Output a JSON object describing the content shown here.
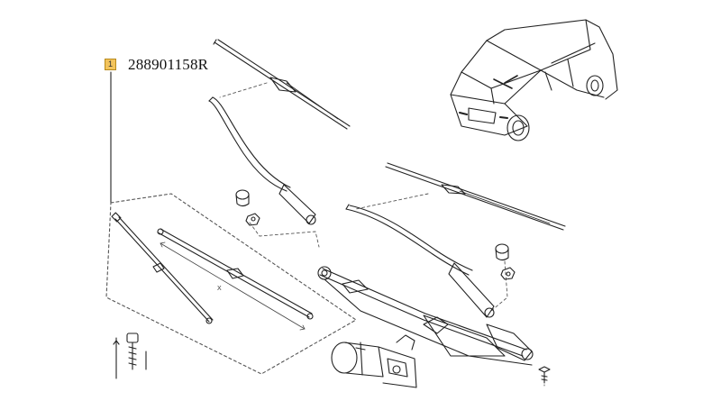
{
  "callout": {
    "index": "1",
    "part_number": "288901158R"
  },
  "dimension_mark": "X",
  "colors": {
    "badge": "#f3c45c",
    "line": "#222222",
    "background": "#ffffff"
  },
  "icons": [
    "car-icon",
    "wiper-blade-icon",
    "wiper-arm-icon",
    "nut-cap-icon",
    "wiper-motor-icon",
    "linkage-icon",
    "screw-icon"
  ]
}
